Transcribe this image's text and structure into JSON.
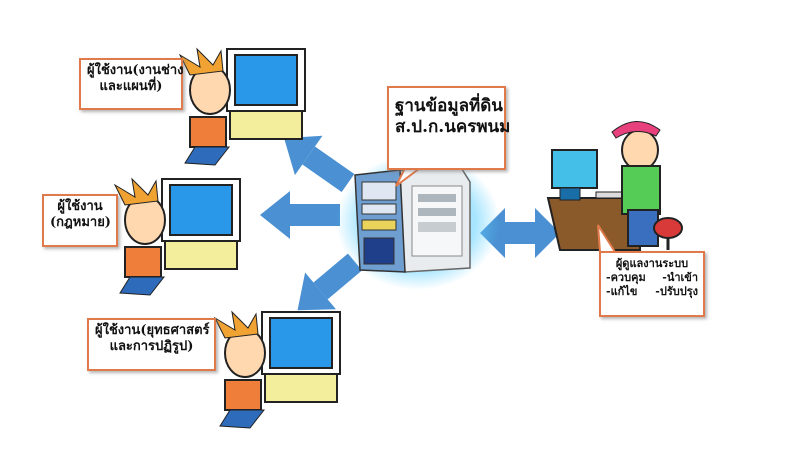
{
  "diagram": {
    "colors": {
      "arrow": "#4a90d2",
      "label_border": "#e07a4a",
      "server_glow": "#5fd0ff"
    },
    "server_label": {
      "line1": "ฐานข้อมูลที่ดิน",
      "line2": "ส.ป.ก.นครพนม"
    },
    "users": [
      {
        "line1": "ผู้ใช้งาน(งานช่าง",
        "line2": "และแผนที่)"
      },
      {
        "line1": "ผู้ใช้งาน",
        "line2": "(กฎหมาย)"
      },
      {
        "line1": "ผู้ใช้งาน(ยุทธศาสตร์",
        "line2": "และการปฏิรูป)"
      }
    ],
    "admin": {
      "title": "ผู้ดูแลงานระบบ",
      "roles": [
        "-ควบคุม",
        "-นำเข้า",
        "-แก้ไข",
        "-ปรับปรุง"
      ]
    },
    "icons": [
      "server-icon",
      "user-computer-icon",
      "admin-computer-icon",
      "arrow-icon"
    ]
  }
}
